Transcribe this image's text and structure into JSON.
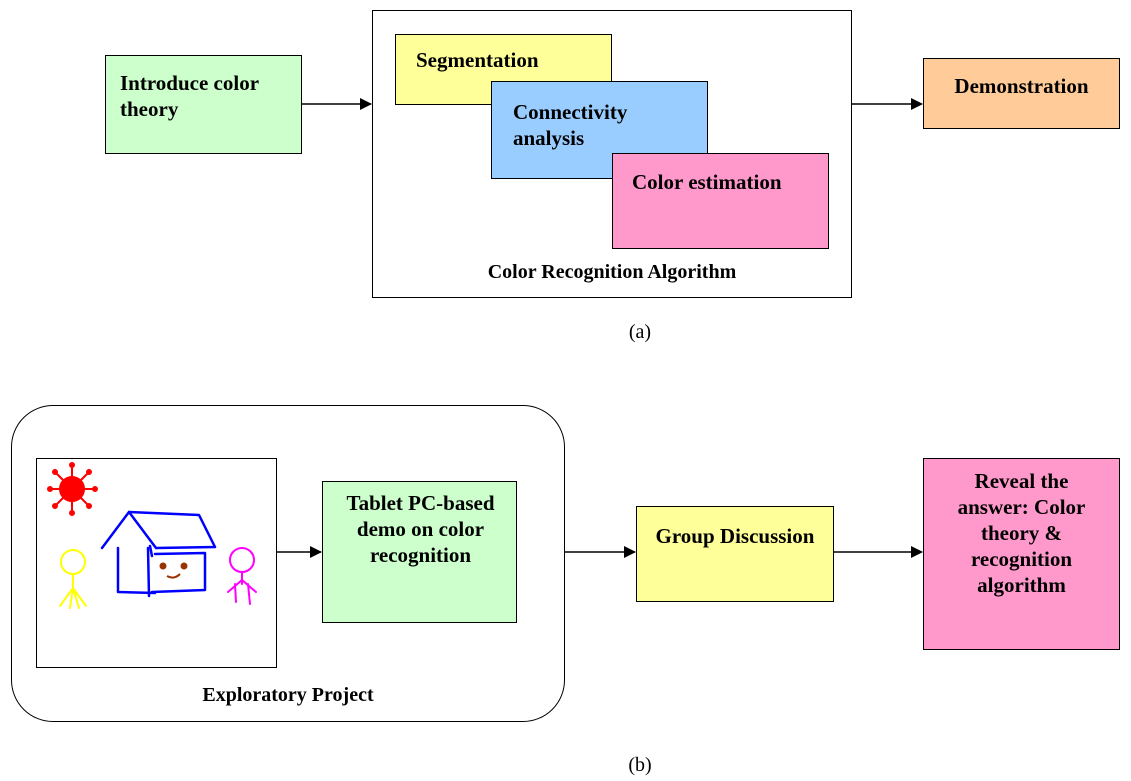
{
  "colors": {
    "green": "#ccffcc",
    "yellow": "#ffff99",
    "blue": "#99ccff",
    "pink": "#ff99cc",
    "orange": "#ffcc99",
    "sun": "#ff0000",
    "house": "#0000ff",
    "face": "#993300",
    "figure_left": "#ffff00",
    "figure_right": "#ff00ff"
  },
  "diagram_a": {
    "intro": "Introduce color theory",
    "segmentation": "Segmentation",
    "connectivity": "Connectivity analysis",
    "estimation": "Color estimation",
    "algorithm_label": "Color Recognition Algorithm",
    "demonstration": "Demonstration",
    "caption": "(a)"
  },
  "diagram_b": {
    "tablet_demo": "Tablet PC-based demo on color recognition",
    "project_label": "Exploratory Project",
    "group_discussion": "Group Discussion",
    "reveal": "Reveal the answer: Color theory & recognition algorithm",
    "caption": "(b)"
  }
}
